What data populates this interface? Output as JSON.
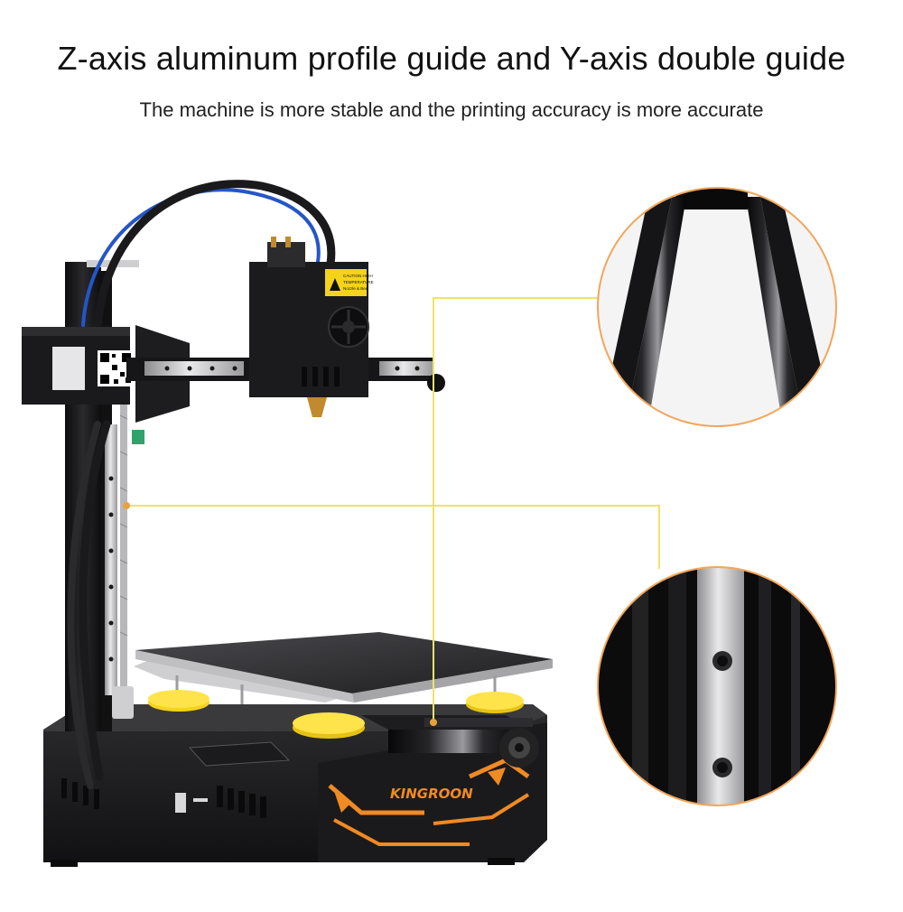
{
  "heading": {
    "title": "Z-axis aluminum profile guide and Y-axis double guide",
    "subtitle": "The machine is more stable and the printing accuracy is more accurate"
  },
  "product": {
    "brand_label": "KINGROON",
    "warning_sticker": [
      "CAUTION HIGH",
      "TEMPERATURE",
      "Nozzle & Bed"
    ]
  },
  "colors": {
    "callout_line": "#f0e26a",
    "circle_border": "#f2a65a",
    "frame": "#1c1c1e",
    "accent_orange": "#f08a24",
    "knob_yellow": "#f5d31c"
  }
}
